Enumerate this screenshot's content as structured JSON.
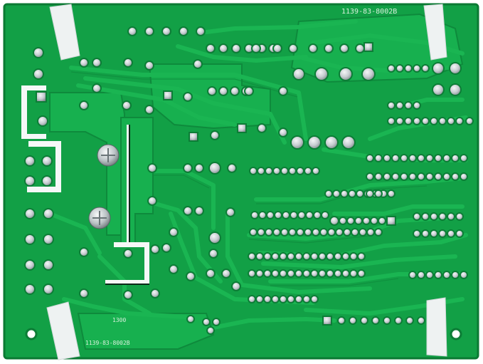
{
  "photo": {
    "subject": "pcb-board-solder-side",
    "colors": {
      "background": "#ffffff",
      "board": "#12a046",
      "board_dark": "#0c7d36",
      "trace": "#1ab552",
      "trace_edge": "#0e8a3c",
      "pad": "#c9cfd2",
      "pad_shadow": "#7b8487",
      "tape": "#eef2f2",
      "silk": "#d8f0dc"
    }
  },
  "silkscreen": {
    "part_number_top": "1139-83-8002B",
    "part_number_bottom": "1139-83-8002B",
    "small_label": "1300"
  }
}
